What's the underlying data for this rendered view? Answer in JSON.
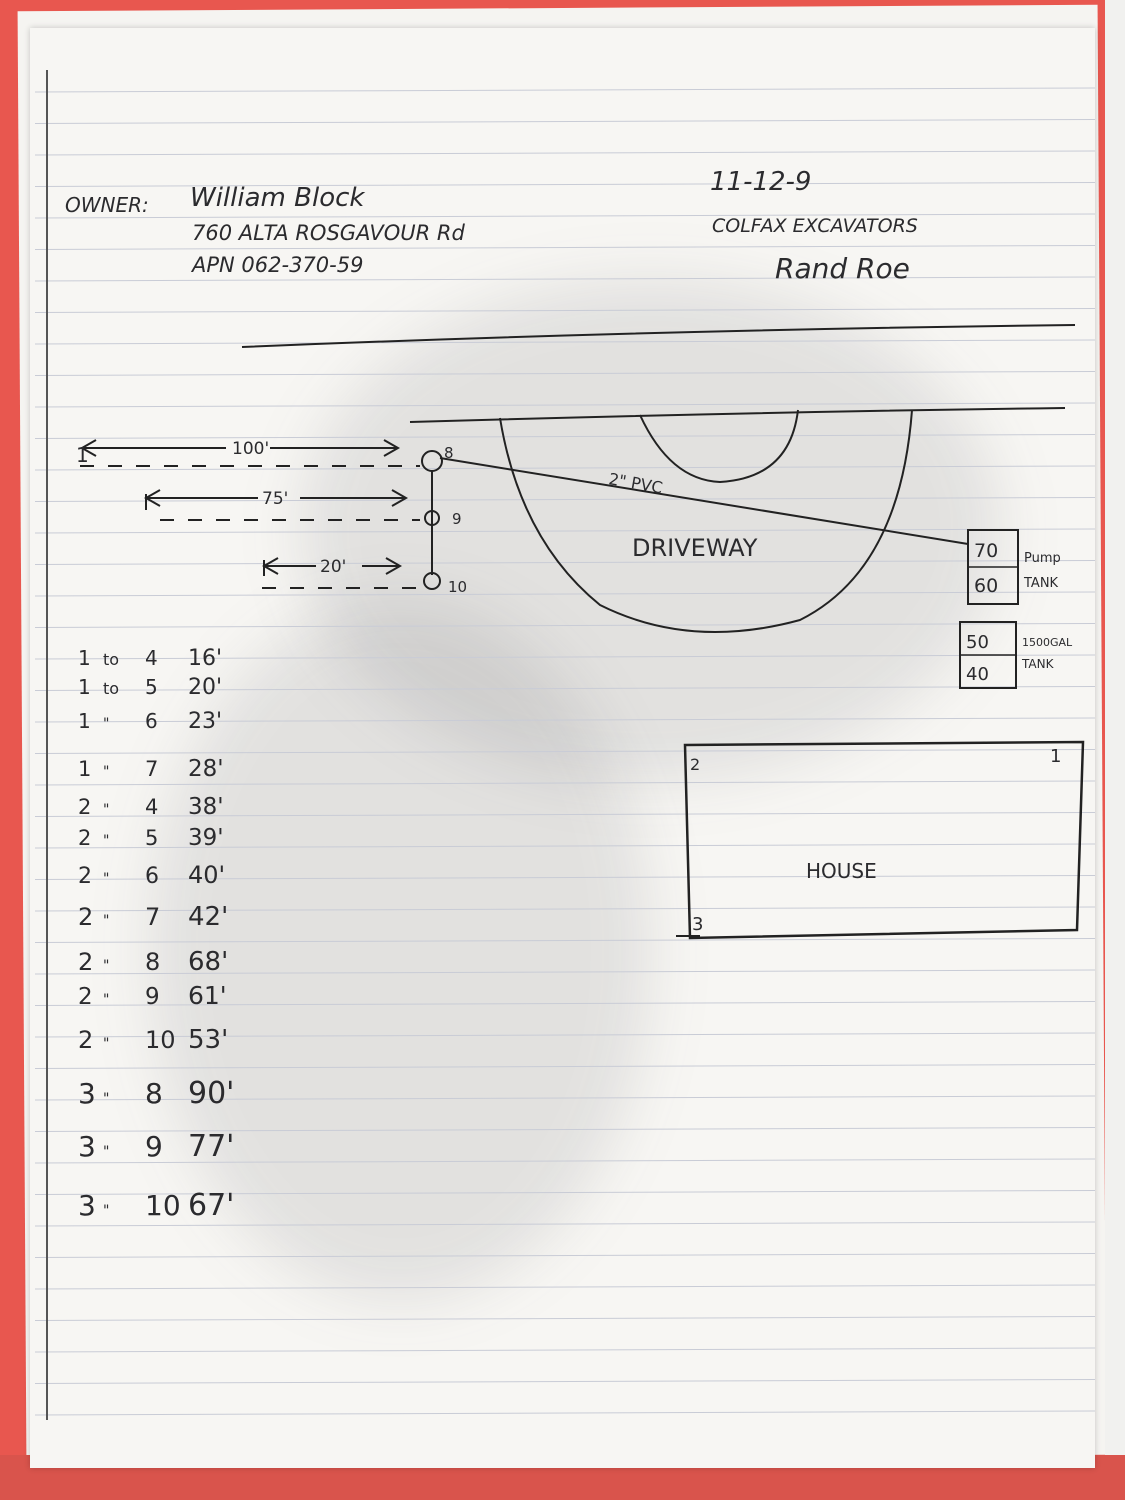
{
  "header": {
    "owner_label": "OWNER:",
    "owner_name": "William Block",
    "address": "760 ALTA ROSGAVOUR Rd",
    "apn": "APN 062-370-59",
    "date": "11-12-9",
    "company": "COLFAX EXCAVATORS",
    "signature": "Rand Roe"
  },
  "diagram": {
    "pipe_label": "2\" PVC",
    "driveway_label": "DRIVEWAY",
    "house_label": "HOUSE",
    "corners": [
      "1",
      "2",
      "3"
    ],
    "markers": [
      {
        "id": "8",
        "dimension": "100'",
        "start": "1"
      },
      {
        "id": "9",
        "dimension": "75'",
        "start": ""
      },
      {
        "id": "10",
        "dimension": "20'",
        "start": ""
      }
    ],
    "pump_tank": {
      "label_top": "Pump",
      "label_bottom": "TANK",
      "values": [
        "70",
        "60"
      ]
    },
    "second_tank": {
      "label_top": "1500GAL",
      "label_bottom": "TANK",
      "values": [
        "50",
        "40"
      ]
    }
  },
  "measurements": [
    {
      "from": "1",
      "sep": "to",
      "to": "4",
      "dist": "16'"
    },
    {
      "from": "1",
      "sep": "to",
      "to": "5",
      "dist": "20'"
    },
    {
      "from": "1",
      "sep": "\"",
      "to": "6",
      "dist": "23'"
    },
    {
      "from": "1",
      "sep": "\"",
      "to": "7",
      "dist": "28'"
    },
    {
      "from": "2",
      "sep": "\"",
      "to": "4",
      "dist": "38'"
    },
    {
      "from": "2",
      "sep": "\"",
      "to": "5",
      "dist": "39'"
    },
    {
      "from": "2",
      "sep": "\"",
      "to": "6",
      "dist": "40'"
    },
    {
      "from": "2",
      "sep": "\"",
      "to": "7",
      "dist": "42'"
    },
    {
      "from": "2",
      "sep": "\"",
      "to": "8",
      "dist": "68'"
    },
    {
      "from": "2",
      "sep": "\"",
      "to": "9",
      "dist": "61'"
    },
    {
      "from": "2",
      "sep": "\"",
      "to": "10",
      "dist": "53'"
    },
    {
      "from": "3",
      "sep": "\"",
      "to": "8",
      "dist": "90'"
    },
    {
      "from": "3",
      "sep": "\"",
      "to": "9",
      "dist": "77'"
    },
    {
      "from": "3",
      "sep": "\"",
      "to": "10",
      "dist": "67'"
    }
  ]
}
